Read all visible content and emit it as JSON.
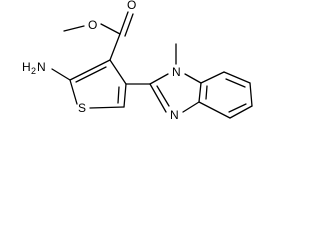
{
  "molecule": {
    "atoms": {
      "oxygen_ether": "O",
      "oxygen_carbonyl": "O",
      "amino_h": "H",
      "amino_sub": "2",
      "amino_n": "N",
      "sulfur": "S",
      "n_methyl": "N",
      "n_imine": "N"
    }
  },
  "colors": {
    "bond": "#000000",
    "background": "#ffffff"
  }
}
